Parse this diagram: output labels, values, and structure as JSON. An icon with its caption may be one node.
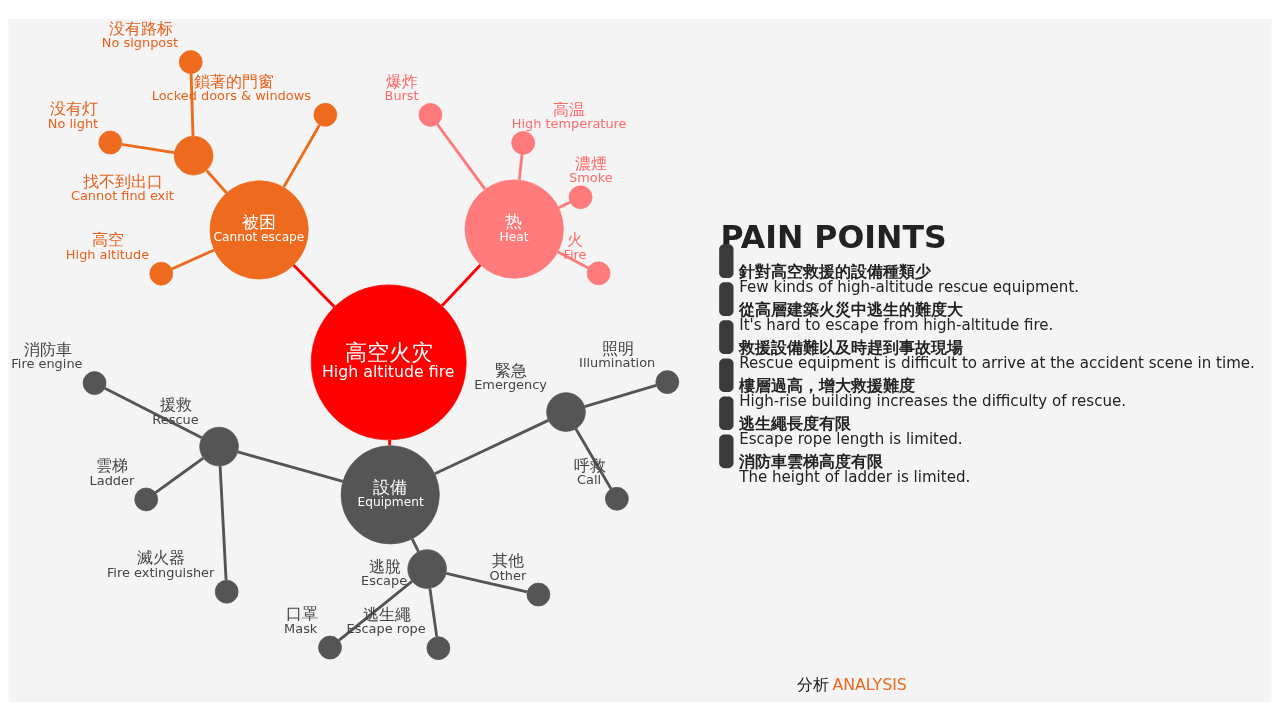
{
  "diagram": {
    "nodes": [
      {
        "text": [
          "高空火灾",
          "High altitude fire"
        ]
      },
      {
        "text": [
          "热",
          "Heat"
        ]
      },
      {
        "text": [],
        "shape": "circle",
        "beside": [
          "火",
          "Fire"
        ]
      },
      {
        "text": [],
        "shape": "circle",
        "beside": [
          "濃煙",
          "Smoke"
        ]
      },
      {
        "text": [],
        "shape": "circle",
        "beside": [
          "高温",
          "High temperature"
        ]
      },
      {
        "text": [],
        "shape": "circle",
        "beside": [
          "爆炸",
          "Burst"
        ]
      },
      {
        "text": [
          "被困",
          "Cannot escape"
        ]
      },
      {
        "text": [],
        "shape": "circle",
        "beside": [
          "鎖著的門窗",
          "Locked doors & windows"
        ]
      },
      {
        "text": [],
        "shape": "circle",
        "beside": [
          "找不到出口",
          "Cannot find exit"
        ]
      },
      {
        "text": [],
        "shape": "circle",
        "beside": [
          "没有路标",
          "No signpost"
        ]
      },
      {
        "text": [],
        "shape": "circle",
        "beside": [
          "没有灯",
          "No light"
        ]
      },
      {
        "text": [],
        "shape": "circle",
        "beside": [
          "高空",
          "High altitude"
        ]
      },
      {
        "text": [
          "設備",
          "Equipment"
        ]
      },
      {
        "text": [],
        "shape": "circle",
        "beside": [
          "援救",
          "Rescue"
        ]
      },
      {
        "text": [],
        "shape": "circle",
        "beside": [
          "消防車",
          "Fire engine"
        ]
      },
      {
        "text": [],
        "shape": "circle",
        "beside": [
          "雲梯",
          "Ladder"
        ]
      },
      {
        "text": [],
        "shape": "circle",
        "beside": [
          "滅火器",
          "Fire extinguisher"
        ]
      },
      {
        "text": [],
        "shape": "circle",
        "beside": [
          "逃脫",
          "Escape"
        ]
      },
      {
        "text": [],
        "shape": "circle",
        "beside": [
          "口罩",
          "Mask"
        ]
      },
      {
        "text": [],
        "shape": "circle",
        "beside": [
          "逃生繩",
          "Escape rope"
        ]
      },
      {
        "text": [],
        "shape": "circle",
        "beside": [
          "其他",
          "Other"
        ]
      },
      {
        "text": [],
        "shape": "circle",
        "beside": [
          "緊急",
          "Emergency"
        ]
      },
      {
        "text": [],
        "shape": "circle",
        "beside": [
          "呼救",
          "Call"
        ]
      },
      {
        "text": [],
        "shape": "circle",
        "beside": [
          "照明",
          "Illumination"
        ]
      }
    ],
    "edges": [
      {
        "from": 0,
        "to": 1,
        "arrow": "none",
        "color": "#ff0000"
      },
      {
        "from": 1,
        "to": 2,
        "arrow": "none",
        "color": "#ff7a7a"
      },
      {
        "from": 1,
        "to": 3,
        "arrow": "none",
        "color": "#ff7a7a"
      },
      {
        "from": 1,
        "to": 4,
        "arrow": "none",
        "color": "#ff7a7a"
      },
      {
        "from": 1,
        "to": 5,
        "arrow": "none",
        "color": "#ff7a7a"
      },
      {
        "from": 0,
        "to": 6,
        "arrow": "none",
        "color": "#ff0000"
      },
      {
        "from": 6,
        "to": 7,
        "arrow": "none",
        "color": "#ee6a1e"
      },
      {
        "from": 6,
        "to": 8,
        "arrow": "none",
        "color": "#ee6a1e"
      },
      {
        "from": 8,
        "to": 9,
        "arrow": "none",
        "color": "#ee6a1e"
      },
      {
        "from": 8,
        "to": 10,
        "arrow": "none",
        "color": "#ee6a1e"
      },
      {
        "from": 6,
        "to": 11,
        "arrow": "none",
        "color": "#ee6a1e"
      },
      {
        "from": 0,
        "to": 12,
        "arrow": "none",
        "color": "#ff0000"
      },
      {
        "from": 12,
        "to": 13,
        "arrow": "none",
        "color": "#555555"
      },
      {
        "from": 13,
        "to": 14,
        "arrow": "none",
        "color": "#555555"
      },
      {
        "from": 13,
        "to": 15,
        "arrow": "none",
        "color": "#555555"
      },
      {
        "from": 13,
        "to": 16,
        "arrow": "none",
        "color": "#555555"
      },
      {
        "from": 12,
        "to": 17,
        "arrow": "none",
        "color": "#555555"
      },
      {
        "from": 17,
        "to": 18,
        "arrow": "none",
        "color": "#555555"
      },
      {
        "from": 17,
        "to": 19,
        "arrow": "none",
        "color": "#555555"
      },
      {
        "from": 17,
        "to": 20,
        "arrow": "none",
        "color": "#555555"
      },
      {
        "from": 12,
        "to": 21,
        "arrow": "none",
        "color": "#555555"
      },
      {
        "from": 21,
        "to": 22,
        "arrow": "none",
        "color": "#555555"
      },
      {
        "from": 21,
        "to": 23,
        "arrow": "none",
        "color": "#555555"
      }
    ],
    "labels": [
      "分析",
      "ANALYSIS",
      "PAIN POINTS",
      "針對高空救援的設備種類少",
      "Few kinds of high-altitude rescue equipment.",
      "從高層建築火災中逃生的難度大",
      "It's hard to escape from high-altitude fire.",
      "救援設備難以及時趕到事故現場",
      "Rescue equipment is difficult to arrive at the accident scene in time.",
      "樓層過高，增大救援難度",
      "High-rise building increases the difficulty of rescue.",
      "逃生繩長度有限",
      "Escape rope length is limited.",
      "消防車雲梯高度有限",
      "The height of ladder is limited."
    ]
  }
}
